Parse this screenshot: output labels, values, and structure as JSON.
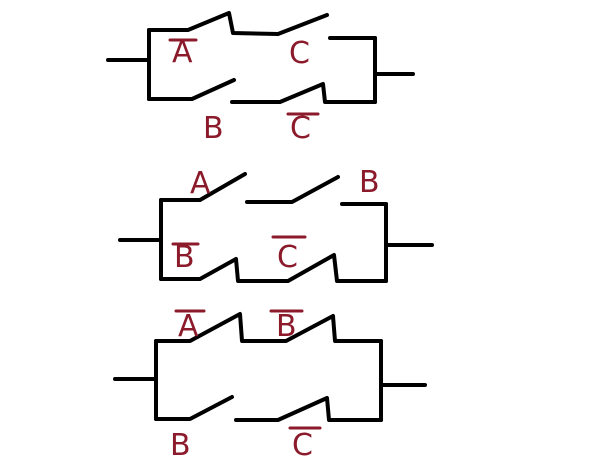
{
  "colors": {
    "wire": "#000000",
    "label": "#8b1a2b",
    "background": "#ffffff"
  },
  "circuits": [
    {
      "top": [
        {
          "letter": "A",
          "negated": true
        },
        {
          "letter": "C",
          "negated": false
        }
      ],
      "bottom": [
        {
          "letter": "B",
          "negated": false
        },
        {
          "letter": "C",
          "negated": true
        }
      ]
    },
    {
      "top": [
        {
          "letter": "A",
          "negated": false
        },
        {
          "letter": "B",
          "negated": false
        }
      ],
      "bottom": [
        {
          "letter": "B",
          "negated": true
        },
        {
          "letter": "C",
          "negated": true
        }
      ]
    },
    {
      "top": [
        {
          "letter": "A",
          "negated": true
        },
        {
          "letter": "B",
          "negated": true
        }
      ],
      "bottom": [
        {
          "letter": "B",
          "negated": false
        },
        {
          "letter": "C",
          "negated": true
        }
      ]
    }
  ]
}
